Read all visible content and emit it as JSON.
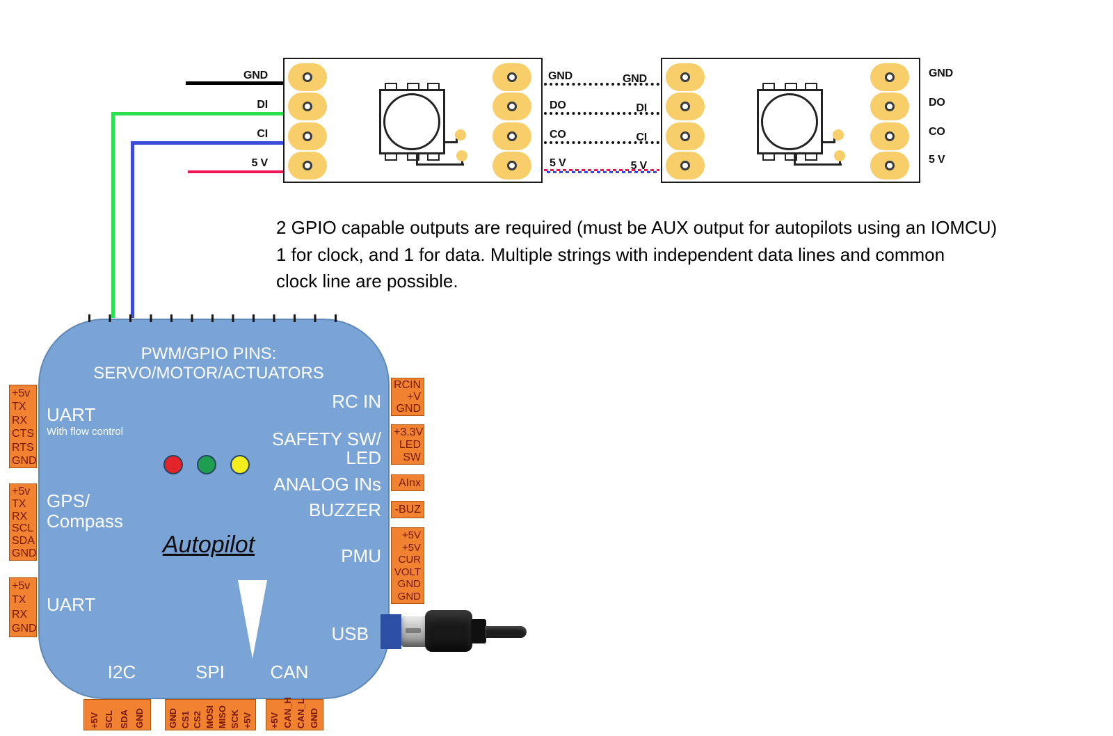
{
  "diagram": {
    "note": "2 GPIO capable outputs are required (must be AUX output for autopilots using an IOMCU)\n1 for clock, and 1 for data. Multiple strings with independent data lines and common\nclock line are possible.",
    "strip1": {
      "in": [
        "GND",
        "DI",
        "CI",
        "5 V"
      ],
      "out": [
        "GND",
        "DO",
        "CO",
        "5 V"
      ]
    },
    "strip2": {
      "in": [
        "GND",
        "DI",
        "CI",
        "5 V"
      ],
      "out": [
        "GND",
        "DO",
        "CO",
        "5 V"
      ]
    },
    "wire_colors": {
      "ground": "#000000",
      "data": "#2de052",
      "clock": "#3b4bd8",
      "power": "#ee1556"
    }
  },
  "autopilot": {
    "title": "Autopilot",
    "top_label": "PWM/GPIO PINS:\nSERVO/MOTOR/ACTUATORS",
    "left_ports": [
      {
        "label": "UART",
        "sub": "With flow control",
        "pins": [
          "+5v",
          "TX",
          "RX",
          "CTS",
          "RTS",
          "GND"
        ]
      },
      {
        "label": "GPS/\nCompass",
        "pins": [
          "+5v",
          "TX",
          "RX",
          "SCL",
          "SDA",
          "GND"
        ]
      },
      {
        "label": "UART",
        "pins": [
          "+5v",
          "TX",
          "RX",
          "GND"
        ]
      }
    ],
    "right_ports": [
      {
        "label": "RC IN",
        "pins": [
          "RCIN",
          "+V",
          "GND"
        ]
      },
      {
        "label": "SAFETY SW/\nLED",
        "pins": [
          "+3.3V",
          "LED",
          "SW"
        ]
      },
      {
        "label": "ANALOG INs",
        "pins": [
          "AInx"
        ]
      },
      {
        "label": "BUZZER",
        "pins": [
          "-BUZ"
        ]
      },
      {
        "label": "PMU",
        "pins": [
          "+5V",
          "+5V",
          "CUR",
          "VOLT",
          "GND",
          "GND"
        ]
      },
      {
        "label": "USB"
      }
    ],
    "bottom_ports": [
      {
        "label": "I2C",
        "pins": [
          "+5V",
          "SCL",
          "SDA",
          "GND"
        ]
      },
      {
        "label": "SPI",
        "pins": [
          "GND",
          "CS1",
          "CS2",
          "MOSI",
          "MISO",
          "SCK",
          "+5V"
        ]
      },
      {
        "label": "CAN",
        "pins": [
          "+5V",
          "CAN_H",
          "CAN_L",
          "GND"
        ]
      }
    ],
    "colors": {
      "board": "#7aa4d6",
      "pin_block": "#f08231",
      "pad": "#f8ce6b",
      "usb_port": "#2c4fa3",
      "led_red": "#e3242b",
      "led_green": "#1e9e50",
      "led_yellow": "#f4ee1e"
    }
  }
}
